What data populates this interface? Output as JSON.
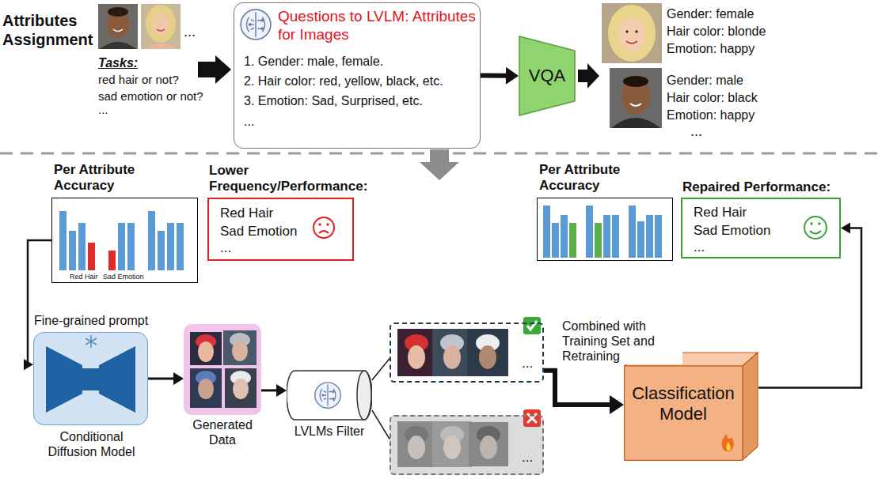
{
  "diagram": {
    "nodes": [
      {
        "text": [
          "Questions to LVLM: Attributes for Images",
          "1. Gender: male, female.",
          "2. Hair color: red, yellow, black, etc.",
          "3. Emotion: Sad, Surprised, etc.",
          "..."
        ]
      },
      {
        "text": [
          "VQA"
        ]
      },
      {
        "text": [
          "Per Attribute Accuracy",
          "Red Hair",
          "Sad Emotion"
        ]
      },
      {
        "text": [
          "Lower Frequency/Performance:",
          "Red Hair",
          "Sad Emotion",
          "..."
        ]
      },
      {
        "text": [
          "Per Attribute Accuracy"
        ]
      },
      {
        "text": [
          "Repaired Performance:",
          "Red Hair",
          "Sad Emotion",
          "..."
        ]
      },
      {
        "text": [
          "Fine-grained prompt",
          "Conditional Diffusion Model"
        ]
      },
      {
        "text": [
          "Generated Data"
        ]
      },
      {
        "text": [
          "LVLMs Filter"
        ]
      },
      {
        "text": [
          "..."
        ]
      },
      {
        "text": [
          "..."
        ]
      },
      {
        "text": [
          "Classification Model"
        ]
      }
    ],
    "edges": [
      {
        "from": 0,
        "to": 1,
        "arrow": "to"
      },
      {
        "from": 2,
        "to": 6,
        "arrow": "to"
      },
      {
        "from": 6,
        "to": 7,
        "arrow": "to"
      },
      {
        "from": 7,
        "to": 8,
        "arrow": "to"
      },
      {
        "from": 8,
        "to": 9,
        "arrow": "none"
      },
      {
        "from": 8,
        "to": 10,
        "arrow": "none"
      },
      {
        "from": 9,
        "to": 11,
        "arrow": "to",
        "label": "Combined with Training Set and Retraining"
      },
      {
        "from": 11,
        "to": 5,
        "arrow": "to"
      }
    ],
    "labels": [
      "Attributes Assignment",
      "...",
      "Tasks:",
      "red hair or not?",
      "sad emotion or not?",
      "...",
      "Gender: female",
      "Hair color: blonde",
      "Emotion: happy",
      "Gender: male",
      "Hair color: black",
      "Emotion: happy",
      "..."
    ]
  }
}
